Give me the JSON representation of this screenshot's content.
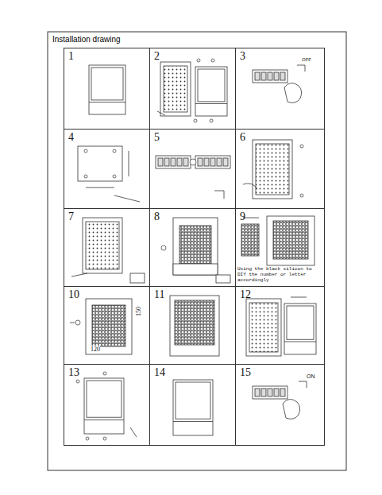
{
  "diagram": {
    "title": "Installation drawing",
    "nodes": [
      {
        "text": [
          "1"
        ]
      },
      {
        "text": [
          "2"
        ]
      },
      {
        "text": [
          "3"
        ]
      },
      {
        "text": [
          "4"
        ]
      },
      {
        "text": [
          "5"
        ]
      },
      {
        "text": [
          "6"
        ]
      },
      {
        "text": [
          "7"
        ]
      },
      {
        "text": [
          "8"
        ]
      },
      {
        "text": [
          "9"
        ]
      },
      {
        "text": [
          "10"
        ]
      },
      {
        "text": [
          "11"
        ]
      },
      {
        "text": [
          "12"
        ]
      },
      {
        "text": [
          "13"
        ]
      },
      {
        "text": [
          "14"
        ]
      },
      {
        "text": [
          "15"
        ]
      }
    ],
    "labels": [
      "150",
      "120",
      "OFF",
      "Using the black silicon to DIY the number or letter accordingly",
      "ON"
    ]
  }
}
